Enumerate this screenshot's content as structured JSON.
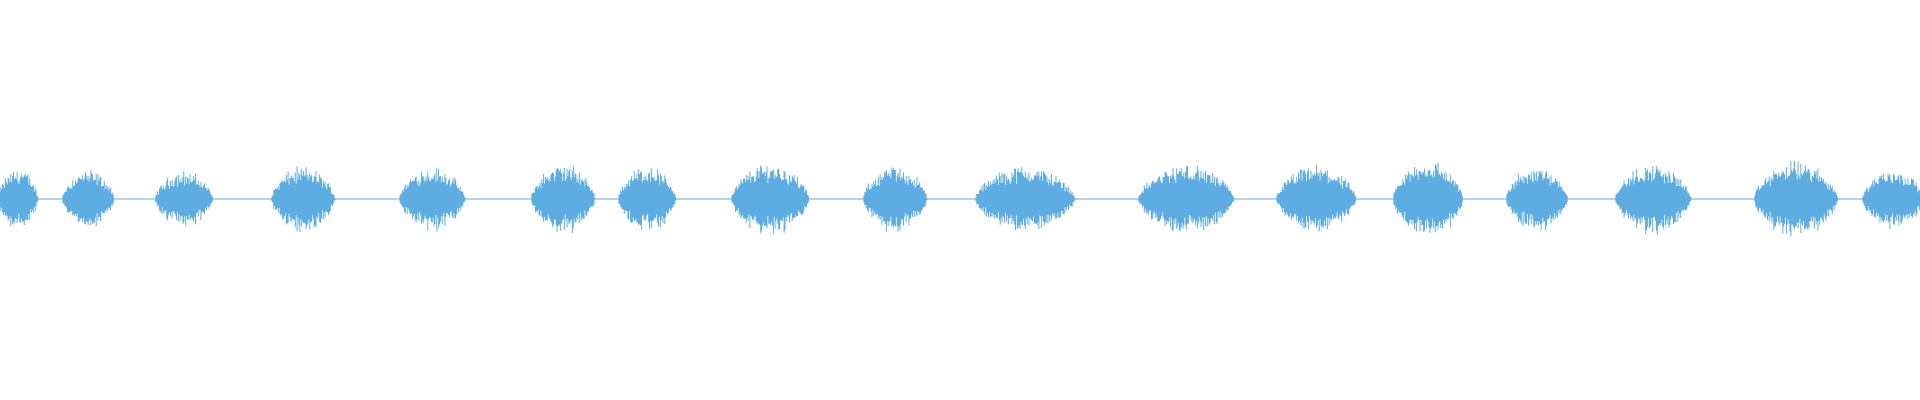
{
  "waveform": {
    "color": "#5dade2",
    "background": "#ffffff",
    "bursts": [
      {
        "id": "burst-1",
        "amp": 0.55
      },
      {
        "id": "burst-2",
        "amp": 0.52
      },
      {
        "id": "burst-3",
        "amp": 0.5
      },
      {
        "id": "burst-4",
        "amp": 0.58
      },
      {
        "id": "burst-5",
        "amp": 0.58
      },
      {
        "id": "burst-6",
        "amp": 0.63
      },
      {
        "id": "burst-7",
        "amp": 0.6
      },
      {
        "id": "burst-8",
        "amp": 0.65
      },
      {
        "id": "burst-9",
        "amp": 0.6
      },
      {
        "id": "burst-10",
        "amp": 0.6
      },
      {
        "id": "burst-11",
        "amp": 0.62
      },
      {
        "id": "burst-12",
        "amp": 0.6
      },
      {
        "id": "burst-13",
        "amp": 0.7
      },
      {
        "id": "burst-14",
        "amp": 0.6
      },
      {
        "id": "burst-15",
        "amp": 0.63
      },
      {
        "id": "burst-16",
        "amp": 0.68
      },
      {
        "id": "burst-17",
        "amp": 0.55
      }
    ]
  }
}
